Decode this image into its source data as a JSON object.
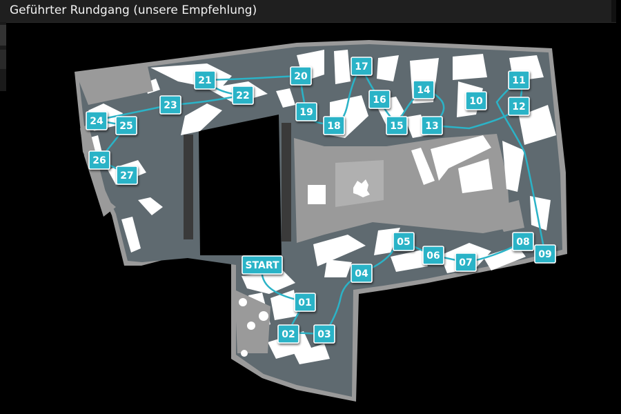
{
  "header": {
    "title": "Geführter Rundgang (unsere Empfehlung)"
  },
  "colors": {
    "background": "#000000",
    "floor_outline": "#9a9a9a",
    "floor_fill": "#5f6a70",
    "exhibit_fill": "#ffffff",
    "corridor_fill": "#9a9a9a",
    "route_line": "#2bb3c7",
    "marker_fill": "#2bb3c7",
    "marker_text": "#ffffff"
  },
  "route": {
    "stops": [
      {
        "id": "start",
        "label": "START"
      },
      {
        "id": "01",
        "label": "01"
      },
      {
        "id": "02",
        "label": "02"
      },
      {
        "id": "03",
        "label": "03"
      },
      {
        "id": "04",
        "label": "04"
      },
      {
        "id": "05",
        "label": "05"
      },
      {
        "id": "06",
        "label": "06"
      },
      {
        "id": "07",
        "label": "07"
      },
      {
        "id": "08",
        "label": "08"
      },
      {
        "id": "09",
        "label": "09"
      },
      {
        "id": "10",
        "label": "10"
      },
      {
        "id": "11",
        "label": "11"
      },
      {
        "id": "12",
        "label": "12"
      },
      {
        "id": "13",
        "label": "13"
      },
      {
        "id": "14",
        "label": "14"
      },
      {
        "id": "15",
        "label": "15"
      },
      {
        "id": "16",
        "label": "16"
      },
      {
        "id": "17",
        "label": "17"
      },
      {
        "id": "18",
        "label": "18"
      },
      {
        "id": "19",
        "label": "19"
      },
      {
        "id": "20",
        "label": "20"
      },
      {
        "id": "21",
        "label": "21"
      },
      {
        "id": "22",
        "label": "22"
      },
      {
        "id": "23",
        "label": "23"
      },
      {
        "id": "24",
        "label": "24"
      },
      {
        "id": "25",
        "label": "25"
      },
      {
        "id": "26",
        "label": "26"
      },
      {
        "id": "27",
        "label": "27"
      }
    ]
  }
}
